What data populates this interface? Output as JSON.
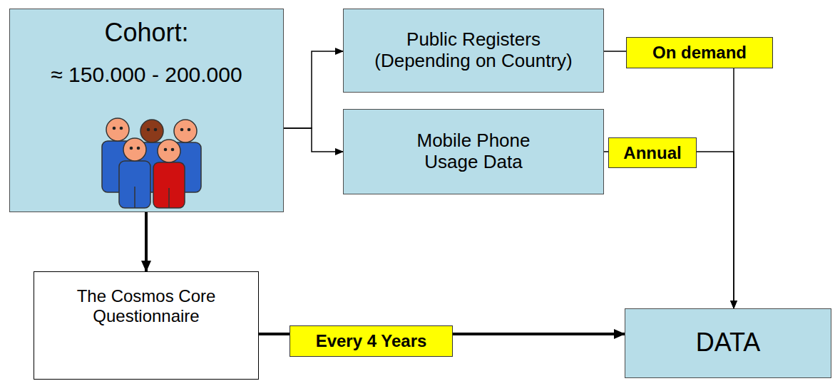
{
  "diagram": {
    "nodes": [
      {
        "text": [
          "Cohort:",
          "≈ 150.000 - 200.000"
        ]
      },
      {
        "text": [
          "Public Registers (Depending on Country)"
        ]
      },
      {
        "text": [
          "Mobile Phone Usage Data"
        ]
      },
      {
        "text": [
          "The Cosmos Core Questionnaire"
        ]
      },
      {
        "text": [
          "DATA"
        ]
      }
    ],
    "edges": [
      {
        "from": 0,
        "to": 1,
        "arrow": "to"
      },
      {
        "from": 0,
        "to": 2,
        "arrow": "to"
      },
      {
        "from": 0,
        "to": 3,
        "arrow": "to"
      },
      {
        "from": 1,
        "to": 4,
        "label": "On demand",
        "arrow": "to"
      },
      {
        "from": 2,
        "to": 4,
        "label": "Annual",
        "arrow": "to"
      },
      {
        "from": 3,
        "to": 4,
        "label": "Every 4 Years",
        "arrow": "to"
      }
    ]
  }
}
